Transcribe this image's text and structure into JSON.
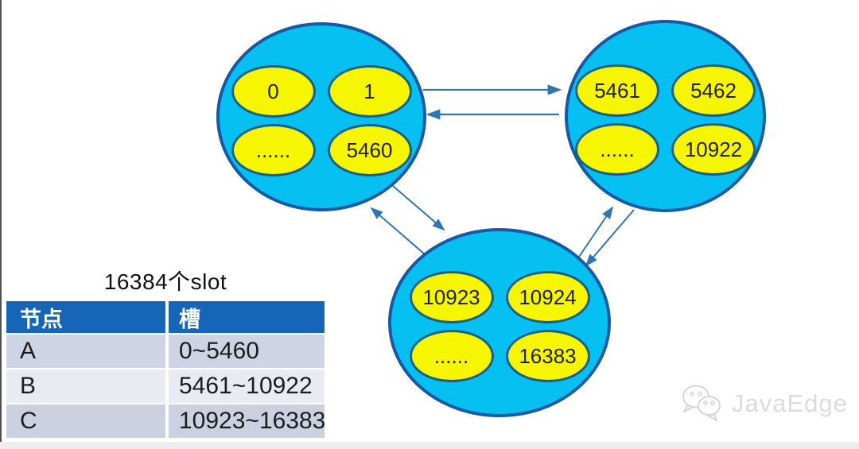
{
  "diagram": {
    "title": "16384个slot",
    "nodes": [
      {
        "name": "node-a",
        "slots": [
          "0",
          "1",
          "......",
          "5460"
        ]
      },
      {
        "name": "node-b",
        "slots": [
          "5461",
          "5462",
          "......",
          "10922"
        ]
      },
      {
        "name": "node-c",
        "slots": [
          "10923",
          "10924",
          "......",
          "16383"
        ]
      }
    ],
    "arrows": [
      "node-a-to-node-b",
      "node-b-to-node-a",
      "node-a-to-node-c",
      "node-c-to-node-a",
      "node-c-to-node-b",
      "node-b-to-node-c"
    ]
  },
  "table": {
    "columns": [
      "节点",
      "槽"
    ],
    "rows": [
      {
        "node": "A",
        "slots": "0~5460"
      },
      {
        "node": "B",
        "slots": "5461~10922"
      },
      {
        "node": "C",
        "slots": "10923~16383"
      }
    ]
  },
  "watermark": {
    "icon": "wechat-icon",
    "label": "JavaEdge"
  },
  "colors": {
    "node_fill": "#06c0f2",
    "node_border": "#1659a4",
    "slot_fill": "#f6f600",
    "slot_border": "#156083",
    "arrow": "#2e75b6",
    "table_header_bg": "#1565b8",
    "table_row_odd": "#ced4e4",
    "table_row_even": "#e9ebf3",
    "watermark_gray": "#dcdcdc"
  }
}
